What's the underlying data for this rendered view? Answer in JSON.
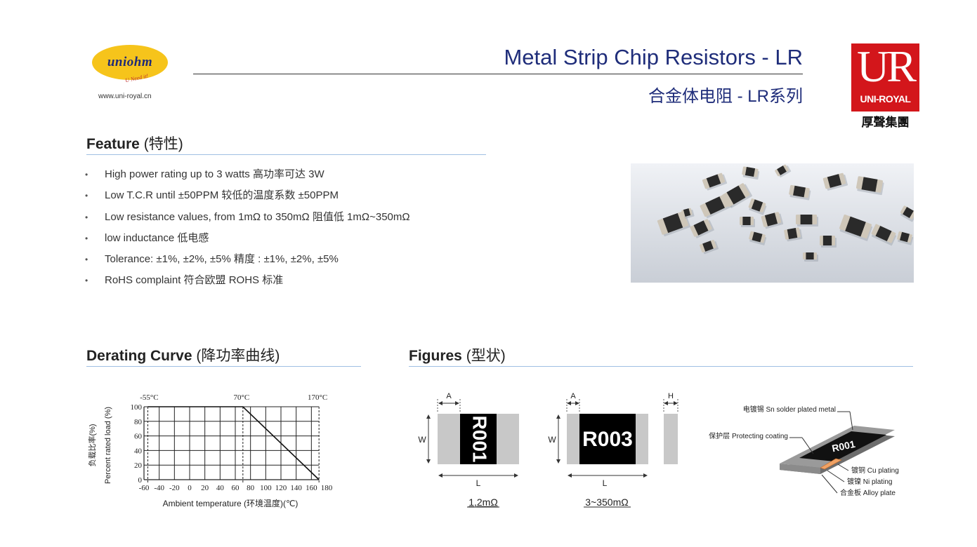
{
  "header": {
    "logo_word": "uniohm",
    "logo_tagline": "U Need it!",
    "website": "www.uni-royal.cn",
    "title_en": "Metal Strip Chip Resistors  - LR",
    "title_cn": "合金体电阻 - LR系列",
    "brand_letters": "UR",
    "brand_name": "UNI-ROYAL",
    "brand_cn": "厚聲集團"
  },
  "colors": {
    "title": "#1f2d7a",
    "brand_red": "#d3161b",
    "logo_yellow": "#f6c41b",
    "rule": "#9fbfe3"
  },
  "feature": {
    "heading_en": "Feature",
    "heading_cn": "(特性)",
    "bullet": "•",
    "items": [
      "High power rating up to 3 watts  高功率可达 3W",
      "Low T.C.R until ±50PPM  较低的温度系数 ±50PPM",
      "Low resistance values, from 1mΩ to 350mΩ   阻值低 1mΩ~350mΩ",
      "low inductance  低电感",
      "Tolerance: ±1%, ±2%, ±5%   精度 : ±1%, ±2%, ±5%",
      "RoHS complaint  符合欧盟 ROHS 标准"
    ]
  },
  "derating": {
    "heading_en": "Derating Curve",
    "heading_cn": "(降功率曲线)",
    "chart_data": {
      "type": "line",
      "title": "",
      "xlabel": "Ambient temperature (环境温度)(℃)",
      "ylabel": "Percent rated load (%)",
      "ylabel_cn": "负载比率(%)",
      "x_ticks": [
        "-60",
        "-40",
        "-20",
        "0",
        "20",
        "40",
        "60",
        "80",
        "100",
        "120",
        "140",
        "160",
        "180"
      ],
      "y_ticks": [
        "0",
        "20",
        "40",
        "60",
        "80",
        "100"
      ],
      "xlim": [
        -60,
        180
      ],
      "ylim": [
        0,
        100
      ],
      "grid": true,
      "markers": [
        {
          "label": "-55°C",
          "x": -55
        },
        {
          "label": "70°C",
          "x": 70
        },
        {
          "label": "170°C",
          "x": 170
        }
      ],
      "series": [
        {
          "x": [
            -55,
            70,
            170
          ],
          "values": [
            100,
            100,
            0
          ]
        }
      ]
    }
  },
  "figures": {
    "heading_en": "Figures",
    "heading_cn": "(型状)",
    "fig1": {
      "marking": "R001",
      "caption": "1,2mΩ",
      "dim_a": "A",
      "dim_w": "W",
      "dim_l": "L"
    },
    "fig2": {
      "marking": "R003",
      "caption": "3~350mΩ",
      "dim_a": "A",
      "dim_w": "W",
      "dim_l": "L"
    },
    "side": {
      "dim_h": "H"
    },
    "layers": {
      "marking": "R001",
      "labels": [
        "电镀锡 Sn solder plated metal",
        "保护层 Protecting coating",
        "镀铜 Cu plating",
        "镀镍 Ni plating",
        "合金板 Alloy plate"
      ]
    }
  }
}
